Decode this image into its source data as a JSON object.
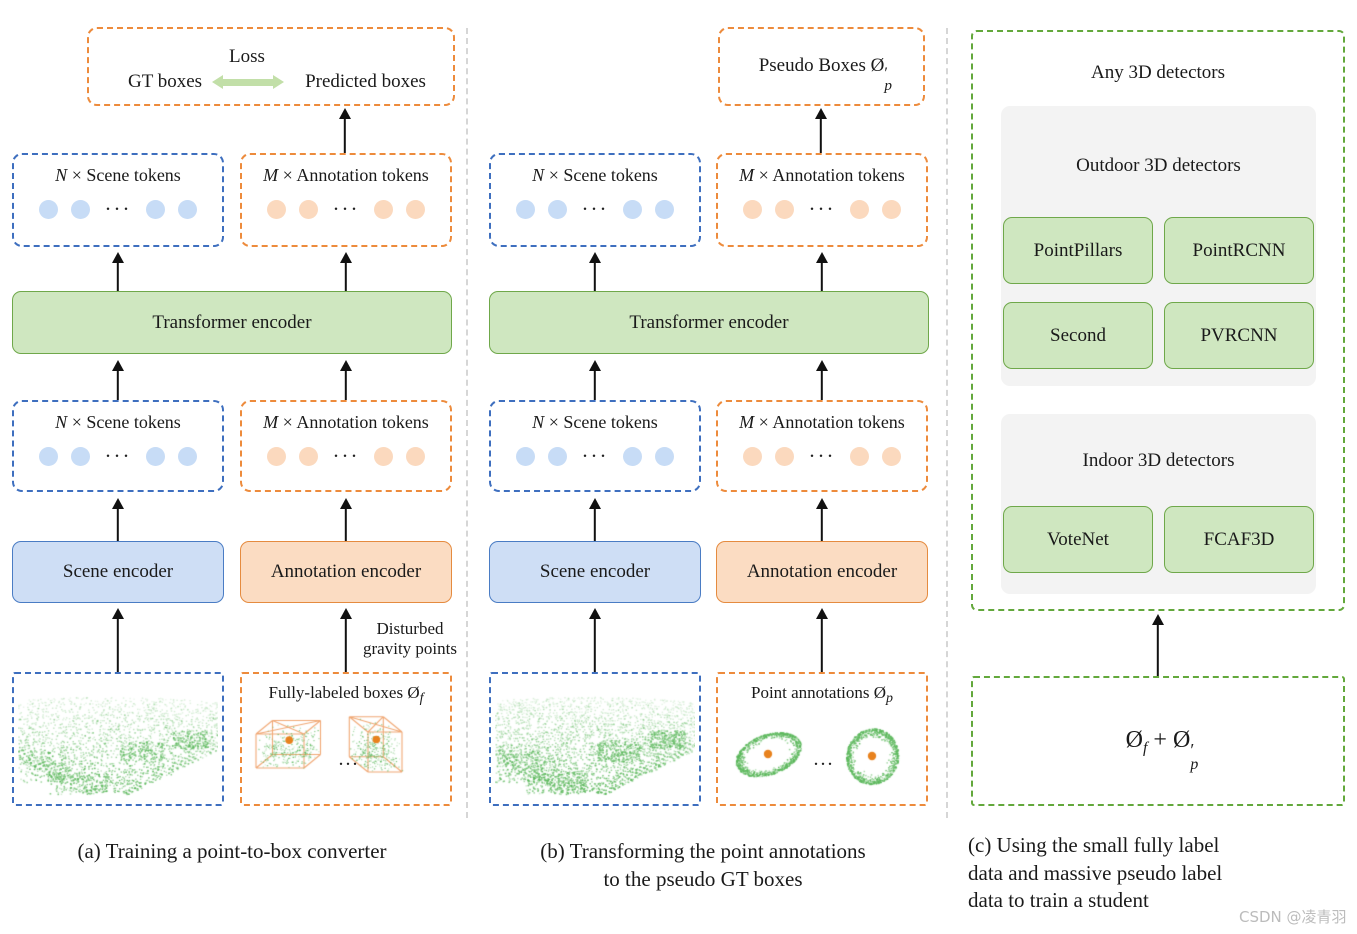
{
  "figure": {
    "watermark": "CSDN @凌青羽"
  },
  "panel_a": {
    "caption": "(a) Training a point-to-box converter",
    "loss_box": {
      "gt_label": "GT boxes",
      "loss_label": "Loss",
      "predicted_label": "Predicted boxes"
    },
    "tokens_top": {
      "scene": "N × Scene tokens",
      "scene_prefix": "N",
      "scene_rest": "× Scene tokens",
      "annotation": "M × Annotation tokens",
      "annotation_prefix": "M",
      "annotation_rest": "× Annotation tokens"
    },
    "transformer": "Transformer encoder",
    "tokens_bottom": {
      "scene_prefix": "N",
      "scene_rest": "× Scene tokens",
      "annotation_prefix": "M",
      "annotation_rest": "× Annotation tokens"
    },
    "encoders": {
      "scene": "Scene encoder",
      "annotation": "Annotation encoder"
    },
    "arrow_label": "Disturbed\ngravity points",
    "arrow_label_line1": "Disturbed",
    "arrow_label_line2": "gravity points",
    "inputs": {
      "scene_cloud_alt": "lidar-scene-point-cloud",
      "boxes_label": "Fully-labeled boxes Ø",
      "boxes_label_sub": "f",
      "ellipsis": "..."
    }
  },
  "panel_b": {
    "caption_line1": "(b) Transforming the point annotations",
    "caption_line2": "to the pseudo GT boxes",
    "pseudo_boxes_label": "Pseudo Boxes Ø",
    "pseudo_boxes_sub": "p",
    "pseudo_boxes_prime": "′",
    "tokens_top": {
      "scene_prefix": "N",
      "scene_rest": "× Scene tokens",
      "annotation_prefix": "M",
      "annotation_rest": "× Annotation tokens"
    },
    "transformer": "Transformer encoder",
    "tokens_bottom": {
      "scene_prefix": "N",
      "scene_rest": "× Scene tokens",
      "annotation_prefix": "M",
      "annotation_rest": "× Annotation tokens"
    },
    "encoders": {
      "scene": "Scene encoder",
      "annotation": "Annotation encoder"
    },
    "inputs": {
      "scene_cloud_alt": "lidar-scene-point-cloud",
      "point_annotations_label": "Point annotations Ø",
      "point_annotations_sub": "p",
      "ellipsis": "..."
    }
  },
  "panel_c": {
    "caption_line1": "(c) Using the small fully label",
    "caption_line2": "data and massive pseudo label",
    "caption_line3": "data to train a student",
    "title": "Any 3D detectors",
    "outdoor": {
      "title": "Outdoor 3D detectors",
      "detectors": [
        "PointPillars",
        "PointRCNN",
        "Second",
        "PVRCNN"
      ]
    },
    "indoor": {
      "title": "Indoor 3D detectors",
      "detectors": [
        "VoteNet",
        "FCAF3D"
      ]
    },
    "data_box": {
      "text": "Ø",
      "sub_f": "f",
      "plus": " + ",
      "text2": "Ø",
      "sub_p": "p",
      "prime": "′"
    }
  },
  "colors": {
    "orange_dash": "#ED8B3C",
    "blue_dash": "#3E6FBF",
    "green_dash": "#63A83C",
    "green_fill": "#CFE7C0",
    "blue_fill": "#CEDEF5",
    "orange_fill": "#FBDCC2",
    "loss_arrow": "#C2DFA8",
    "gray_panel": "#F3F3F3",
    "point_cloud": "#5CB85C",
    "gravity_point": "#E8821E"
  }
}
